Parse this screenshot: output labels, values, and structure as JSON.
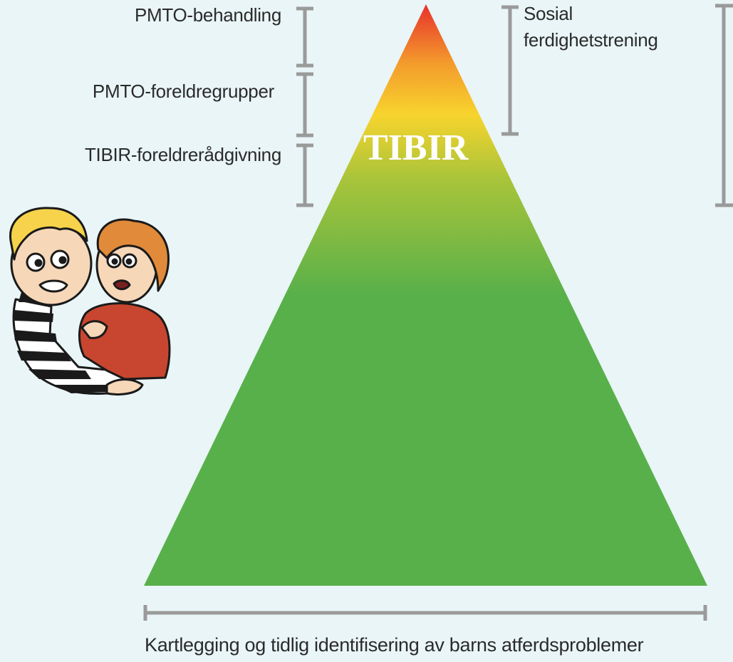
{
  "left_labels": [
    {
      "text": "PMTO-behandling"
    },
    {
      "text": "PMTO-foreldregrupper"
    },
    {
      "text": "TIBIR-foreldrerådgivning"
    }
  ],
  "right_label": {
    "line1": "Sosial",
    "line2": "ferdighetstrening"
  },
  "pyramid_label": "TIBIR",
  "bottom_label": "Kartlegging og tidlig identifisering av barns atferdsproblemer",
  "illustration": {
    "icon": "children-cartoon-illustration"
  },
  "colors": {
    "background": "#e9f5f7",
    "bracket": "#9a9a9a",
    "pyramid_top": "#e8352b",
    "pyramid_orange": "#f39a2c",
    "pyramid_yellow": "#f7d02a",
    "pyramid_green": "#58b04a"
  }
}
